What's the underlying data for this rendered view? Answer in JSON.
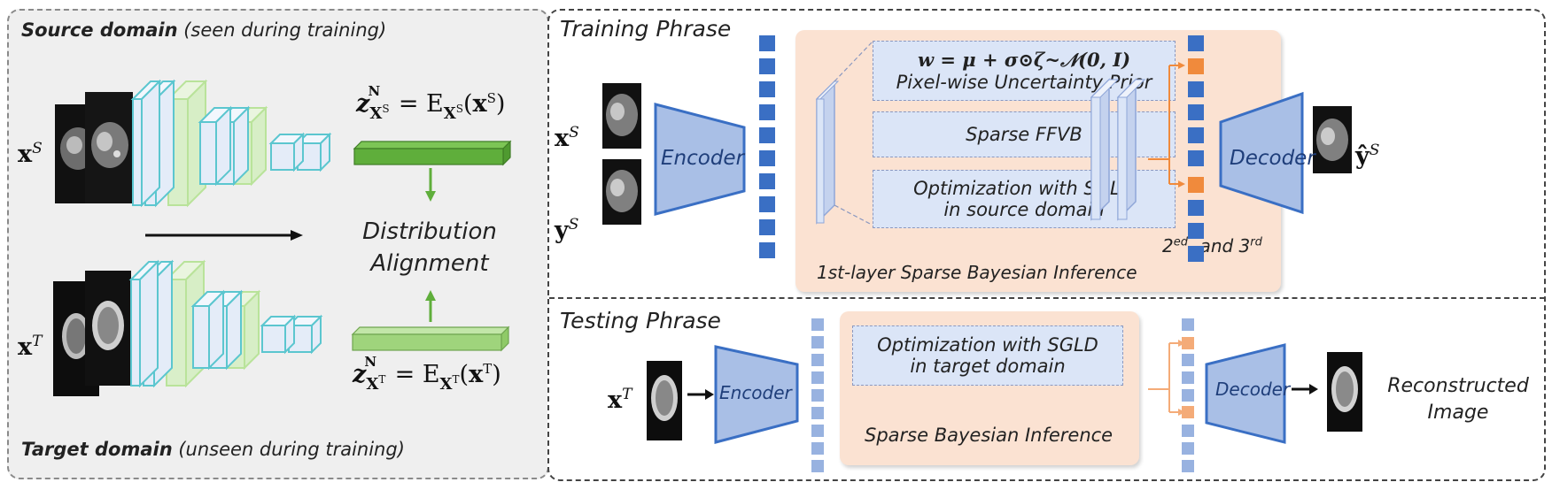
{
  "left_panel": {
    "source_title": "Source domain",
    "source_note": "(seen during training)",
    "target_title": "Target domain",
    "target_note": "(unseen during training)",
    "x_source": "x",
    "x_source_sup": "S",
    "x_target": "x",
    "x_target_sup": "T",
    "z_source_eq": "z",
    "z_source_rest": " = E",
    "z_source_sup": "N",
    "z_source_sub": "X^S",
    "z_source_arg": "(x^S)",
    "z_target_eq": "z",
    "z_target_rest": " = E",
    "z_target_sup": "N",
    "z_target_sub": "X^T",
    "z_target_arg": "(x^T)",
    "alignment_line1": "Distribution",
    "alignment_line2": "Alignment"
  },
  "training": {
    "title": "Training Phrase",
    "x_label": "x",
    "x_sup": "S",
    "y_label": "y",
    "y_sup": "S",
    "encoder": "Encoder",
    "decoder": "Decoder",
    "prior_formula": "w = μ + σ⊙ζ~𝒩(0, I)",
    "prior_label": "Pixel-wise Uncertainty Prior",
    "ffvb": "Sparse FFVB",
    "sgld_line1": "Optimization with SGLD",
    "sgld_line2": "in source domain",
    "layer_label": "1st-layer Sparse Bayesian Inference",
    "layers23_prefix": "2",
    "layers23_sup1": "ed",
    "layers23_mid": "- and 3",
    "layers23_sup2": "rd",
    "yhat_label": "ŷ",
    "yhat_sup": "S"
  },
  "testing": {
    "title": "Testing Phrase",
    "x_label": "x",
    "x_sup": "T",
    "encoder": "Encoder",
    "decoder": "Decoder",
    "sgld_line1": "Optimization with SGLD",
    "sgld_line2": "in target domain",
    "inference_label": "Sparse Bayesian Inference",
    "output_line1": "Reconstructed",
    "output_line2": "Image"
  },
  "colors": {
    "cube_cyan": "#5bc6cf",
    "cube_face": "#e4ecf8",
    "cube_green": "#b9e39a",
    "bar_green_dark": "#5fae3b",
    "bar_green_light": "#9fd47c",
    "feature_blue": "#3a6fc4",
    "feature_blue_light": "#98b2e0",
    "highlight_orange": "#f08a3c",
    "peach": "#fbe2d2",
    "encoder_fill": "#a9bfe6",
    "encoder_stroke": "#3a6fc4"
  }
}
